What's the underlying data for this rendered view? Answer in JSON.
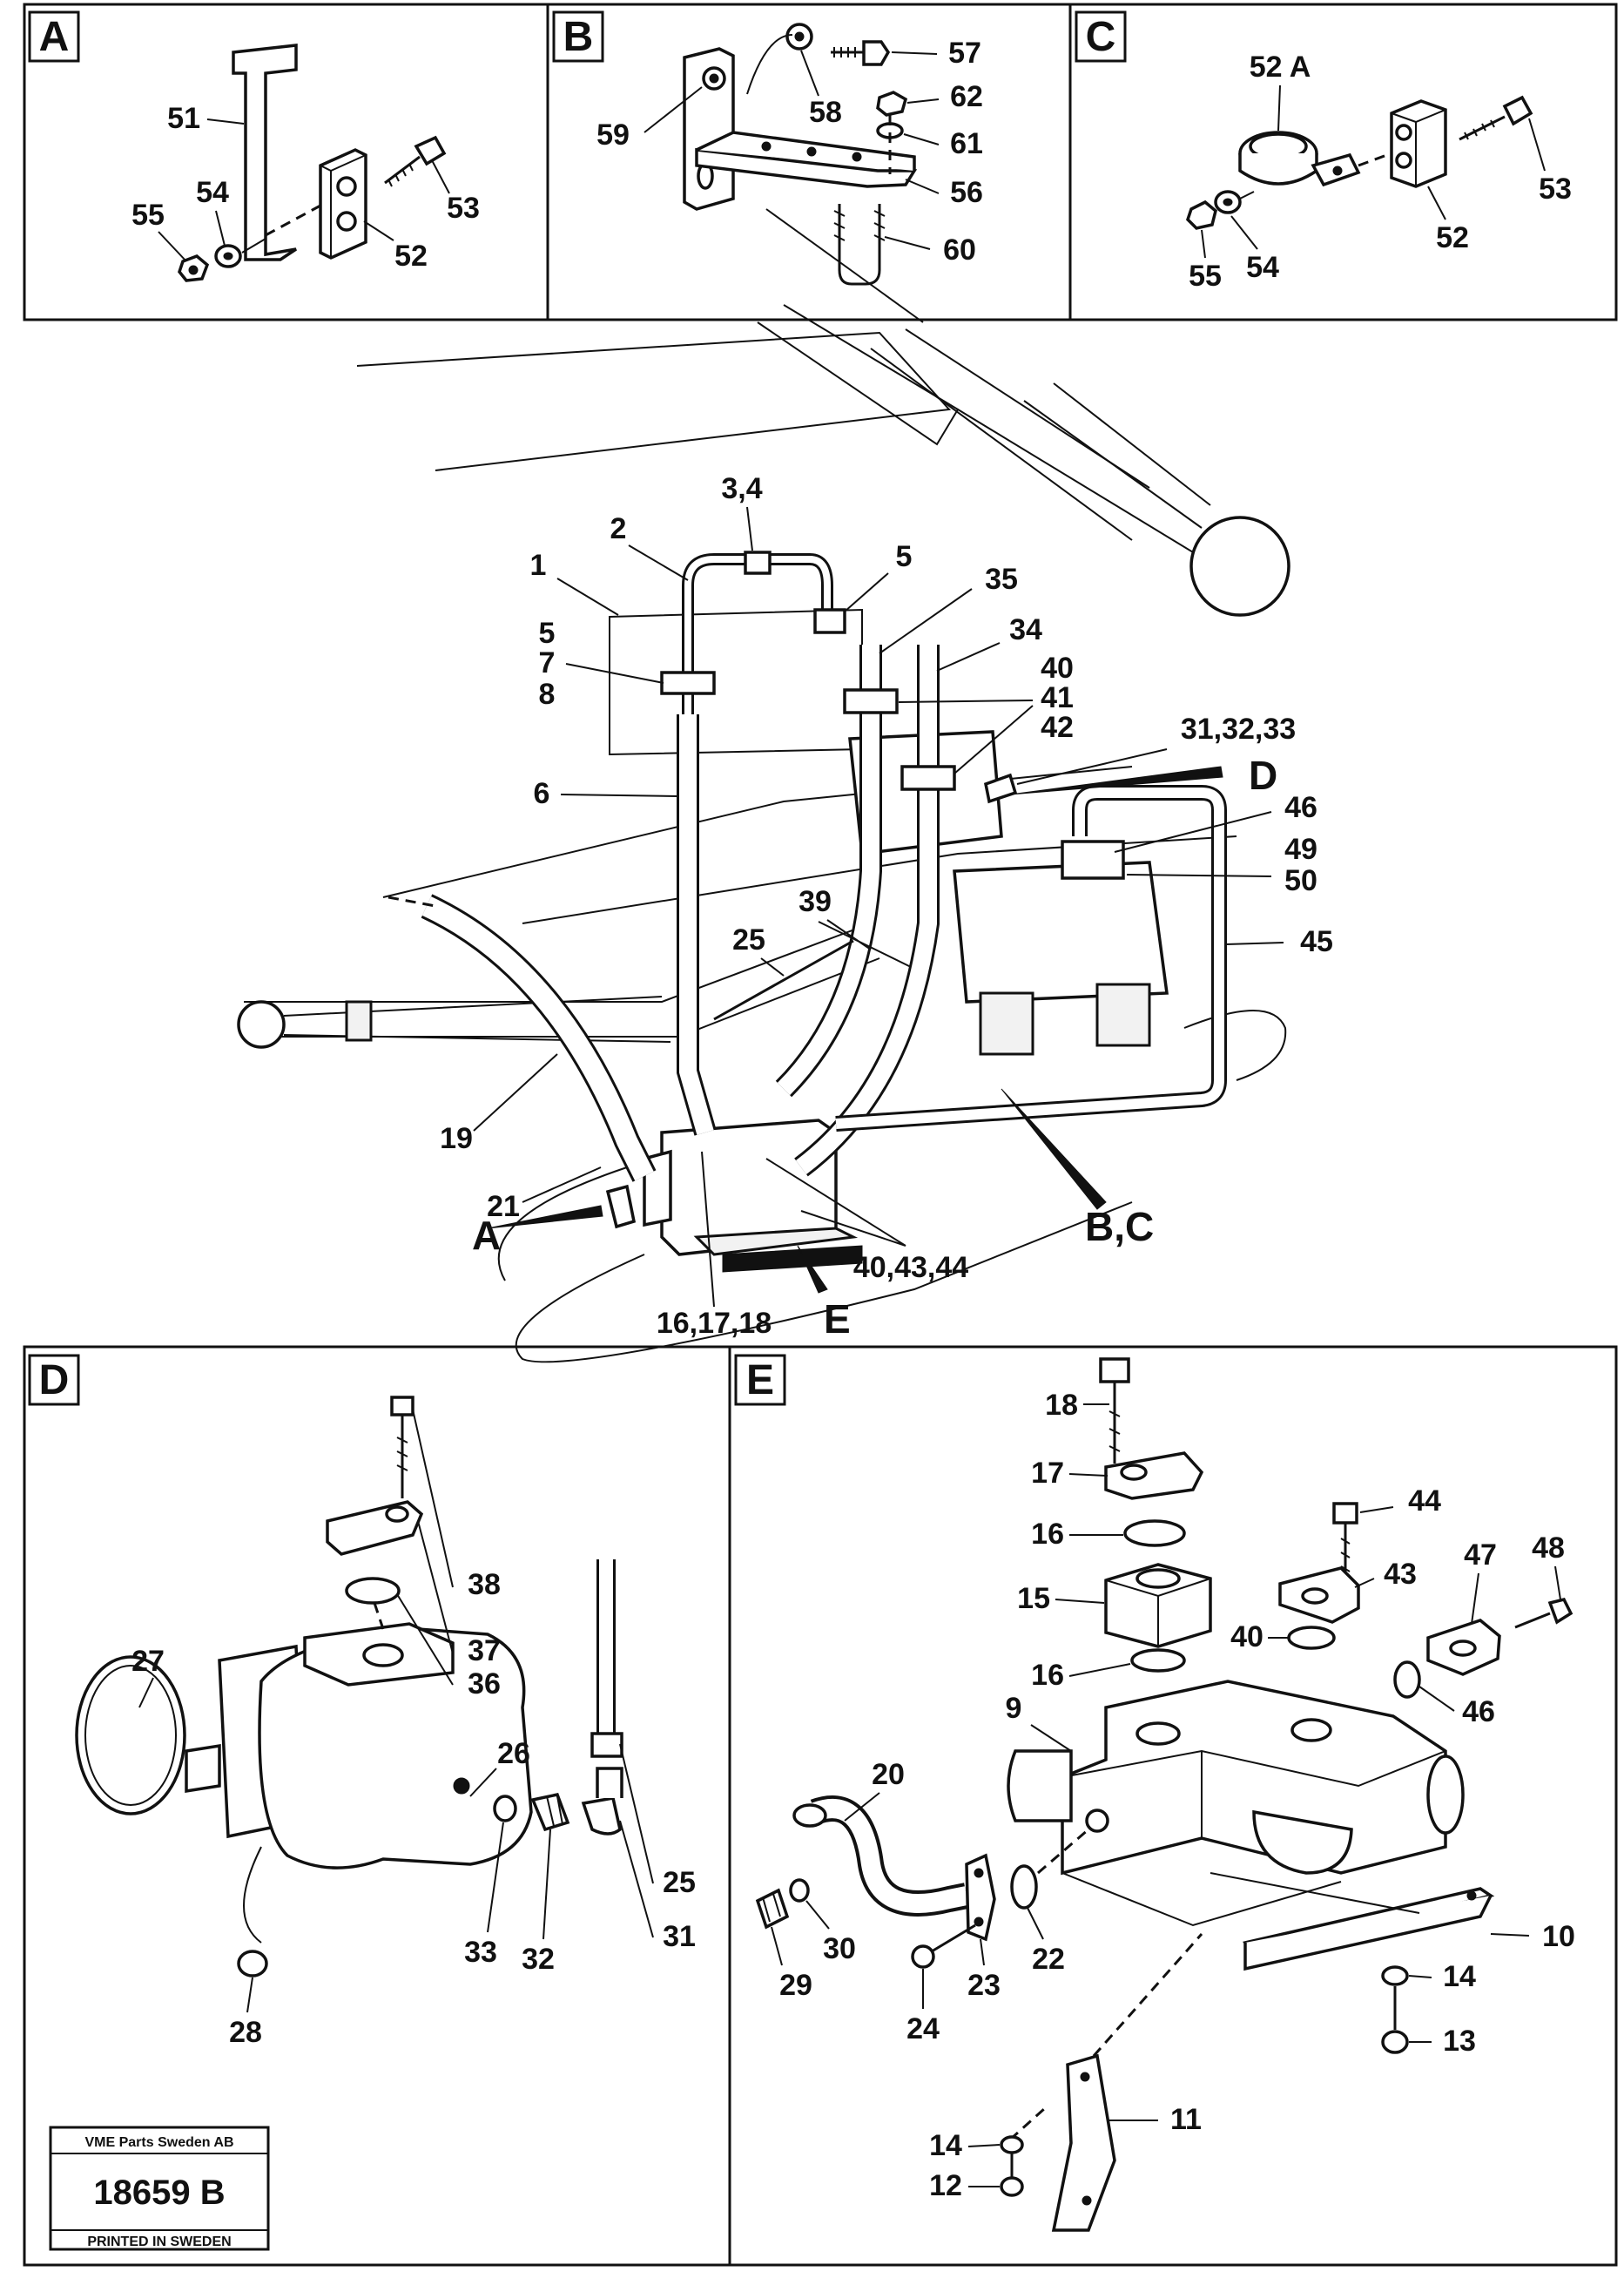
{
  "diagram": {
    "panels": {
      "A": {
        "letter": "A",
        "labels": [
          "51",
          "54",
          "55",
          "53",
          "52"
        ]
      },
      "B": {
        "letter": "B",
        "labels": [
          "57",
          "58",
          "59",
          "62",
          "61",
          "56",
          "60"
        ]
      },
      "C": {
        "letter": "C",
        "labels": [
          "52 A",
          "53",
          "52",
          "55",
          "54"
        ]
      },
      "main": {
        "labels": [
          "3,4",
          "2",
          "1",
          "5",
          "35",
          "34",
          "5",
          "7",
          "8",
          "40",
          "41",
          "42",
          "31,32,33",
          "6",
          "46",
          "49",
          "50",
          "39",
          "25",
          "45",
          "19",
          "21",
          "16,17,18",
          "40,43,44"
        ],
        "arrows": [
          "A",
          "B,C",
          "D",
          "E"
        ]
      },
      "D": {
        "letter": "D",
        "labels": [
          "38",
          "37",
          "36",
          "27",
          "26",
          "25",
          "31",
          "33",
          "32",
          "28"
        ]
      },
      "E": {
        "letter": "E",
        "labels": [
          "18",
          "17",
          "16",
          "44",
          "43",
          "15",
          "47",
          "48",
          "40",
          "16",
          "46",
          "9",
          "20",
          "10",
          "22",
          "30",
          "29",
          "23",
          "24",
          "14",
          "13",
          "11",
          "14",
          "12"
        ]
      }
    },
    "stamp": {
      "company": "VME Parts Sweden AB",
      "number": "18659 B",
      "printed": "PRINTED IN SWEDEN"
    }
  }
}
